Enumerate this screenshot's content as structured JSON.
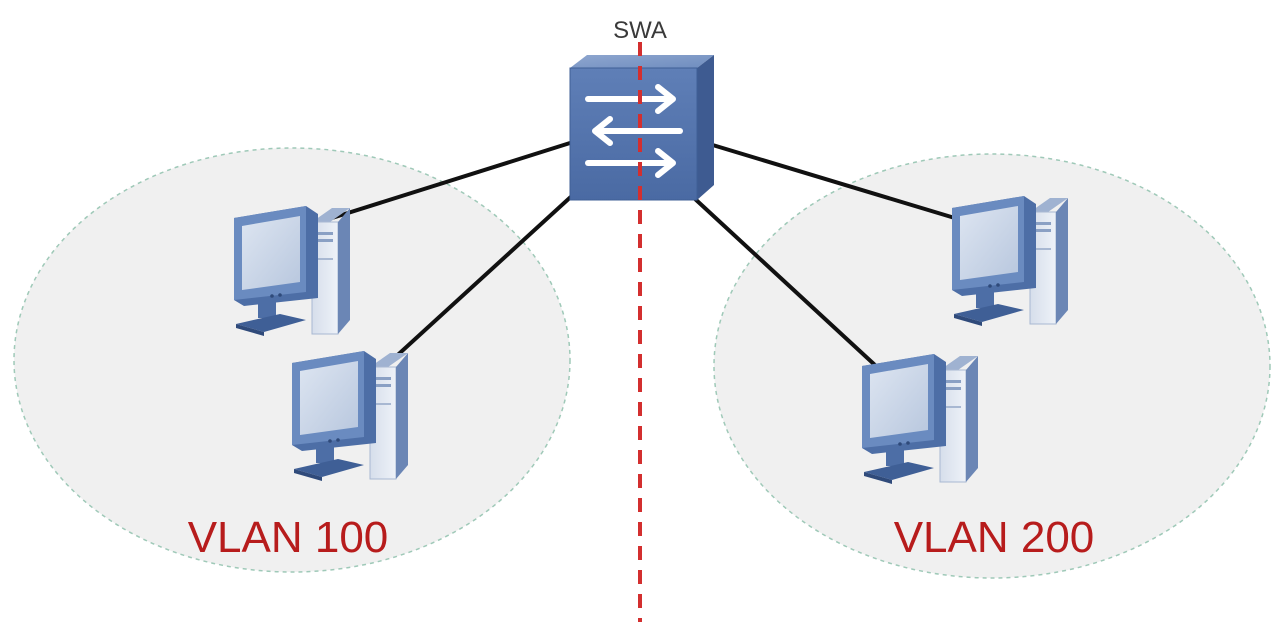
{
  "switch": {
    "label": "SWA",
    "icon": "network-switch-icon"
  },
  "vlans": [
    {
      "label": "VLAN 100",
      "hosts": 2
    },
    {
      "label": "VLAN 200",
      "hosts": 2
    }
  ],
  "colors": {
    "vlan_label": "#b71c1c",
    "separator": "#d32f2f",
    "zone_fill": "#f0f0f0",
    "zone_border": "#9fc9b8",
    "link": "#111111",
    "device_blue": "#5b7bb0",
    "device_dark": "#3d5a8a"
  }
}
